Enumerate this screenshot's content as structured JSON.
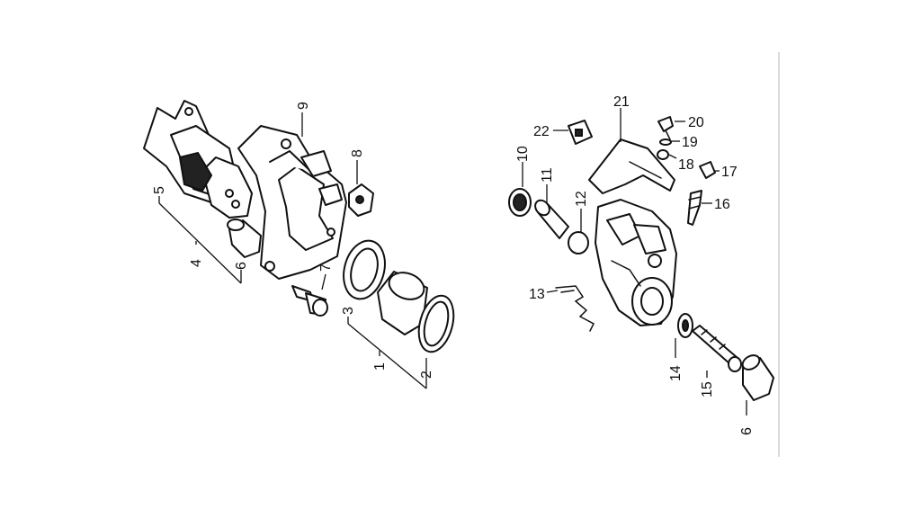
{
  "callouts": {
    "l1": "1",
    "l2": "2",
    "l3": "3",
    "l4": "4",
    "l5": "5",
    "l6a": "6",
    "l6b": "6",
    "l7": "7",
    "l8": "8",
    "l9": "9",
    "l10": "10",
    "l11": "11",
    "l12": "12",
    "l13": "13",
    "l14": "14",
    "l15": "15",
    "l16": "16",
    "l17": "17",
    "l18": "18",
    "l19": "19",
    "l20": "20",
    "l21": "21",
    "l22": "22"
  },
  "colors": {
    "line": "#111111",
    "background": "#ffffff"
  }
}
